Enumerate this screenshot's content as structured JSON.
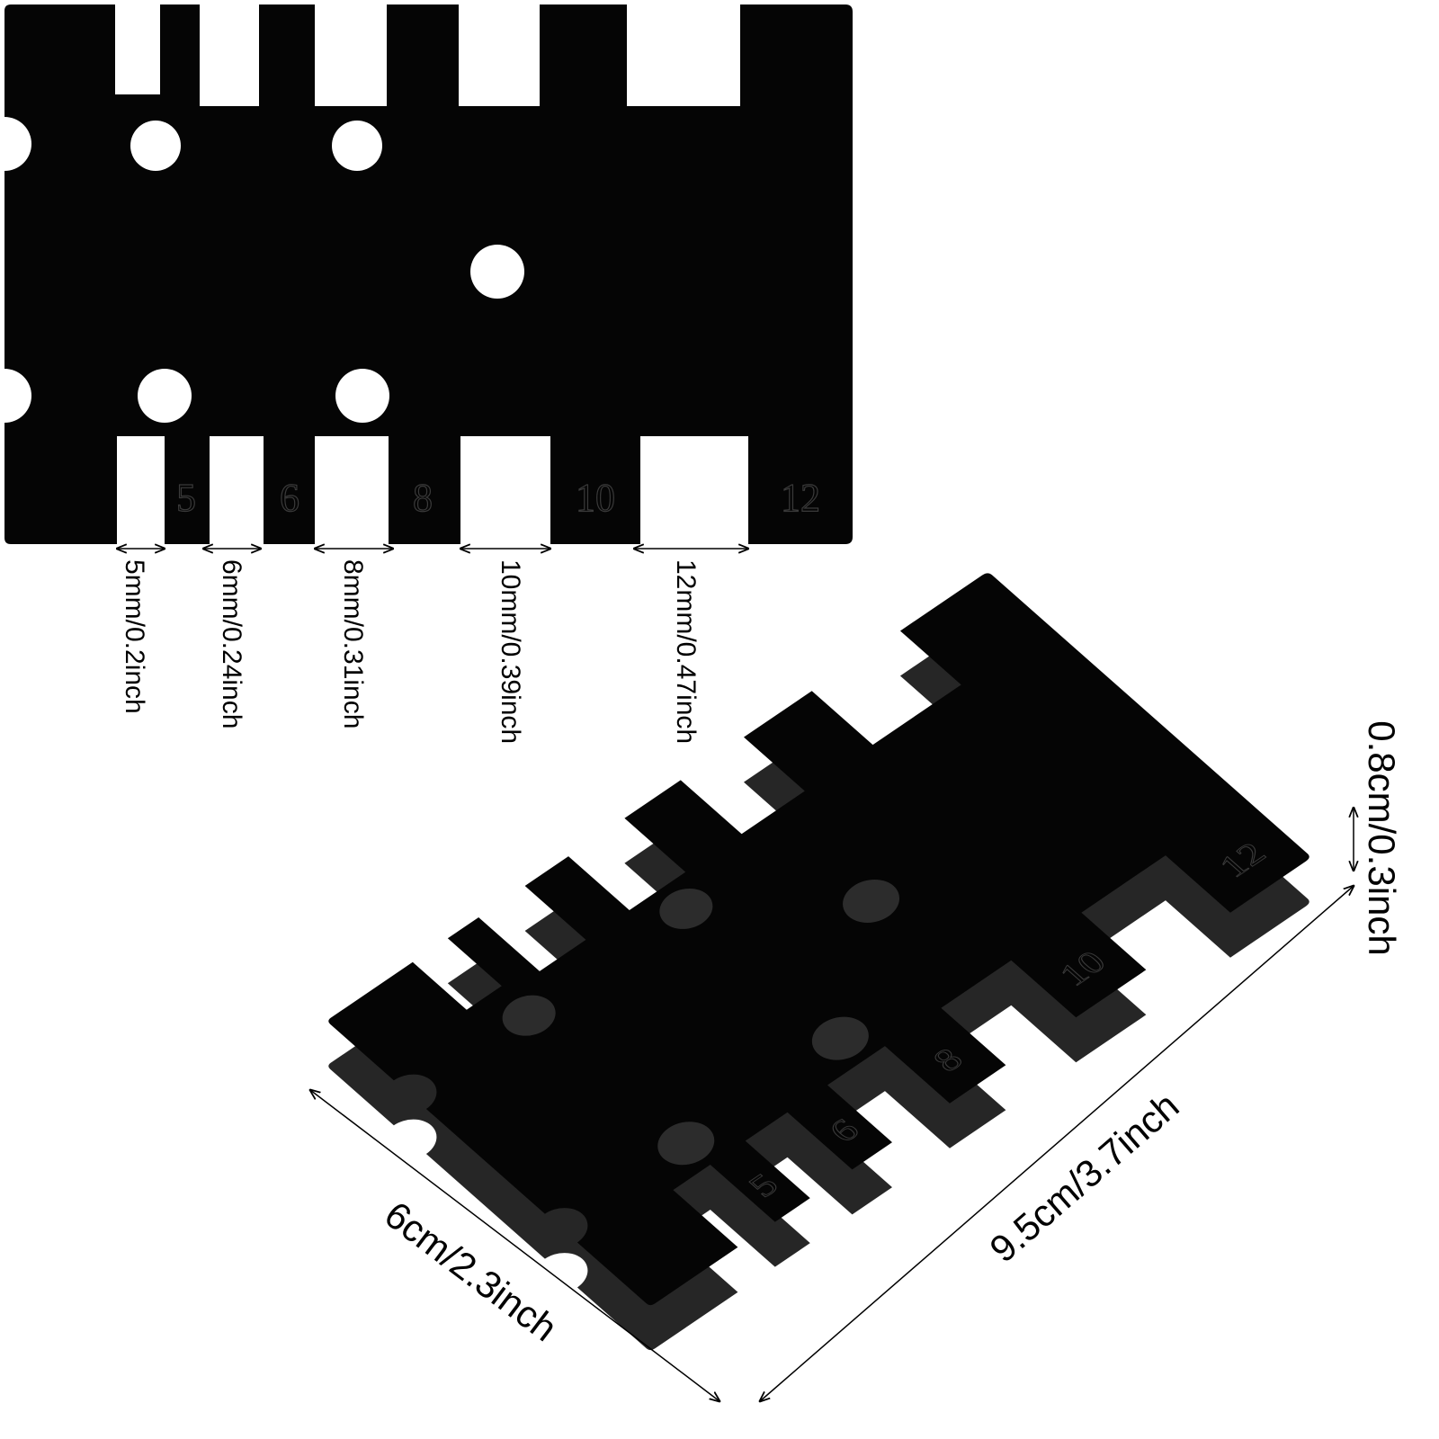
{
  "top_view": {
    "slot_labels": [
      "5",
      "6",
      "8",
      "10",
      "12"
    ],
    "slot_dimensions": [
      "5mm/0.2inch",
      "6mm/0.24inch",
      "8mm/0.31inch",
      "10mm/0.39inch",
      "12mm/0.47inch"
    ]
  },
  "perspective_view": {
    "slot_labels": [
      "5",
      "6",
      "8",
      "10",
      "12"
    ],
    "thickness": "0.8cm/0.3inch",
    "length": "9.5cm/3.7inch",
    "width": "6cm/2.3inch"
  },
  "colors": {
    "plate": "#050505",
    "plate_side": "#262626",
    "background": "#ffffff"
  }
}
